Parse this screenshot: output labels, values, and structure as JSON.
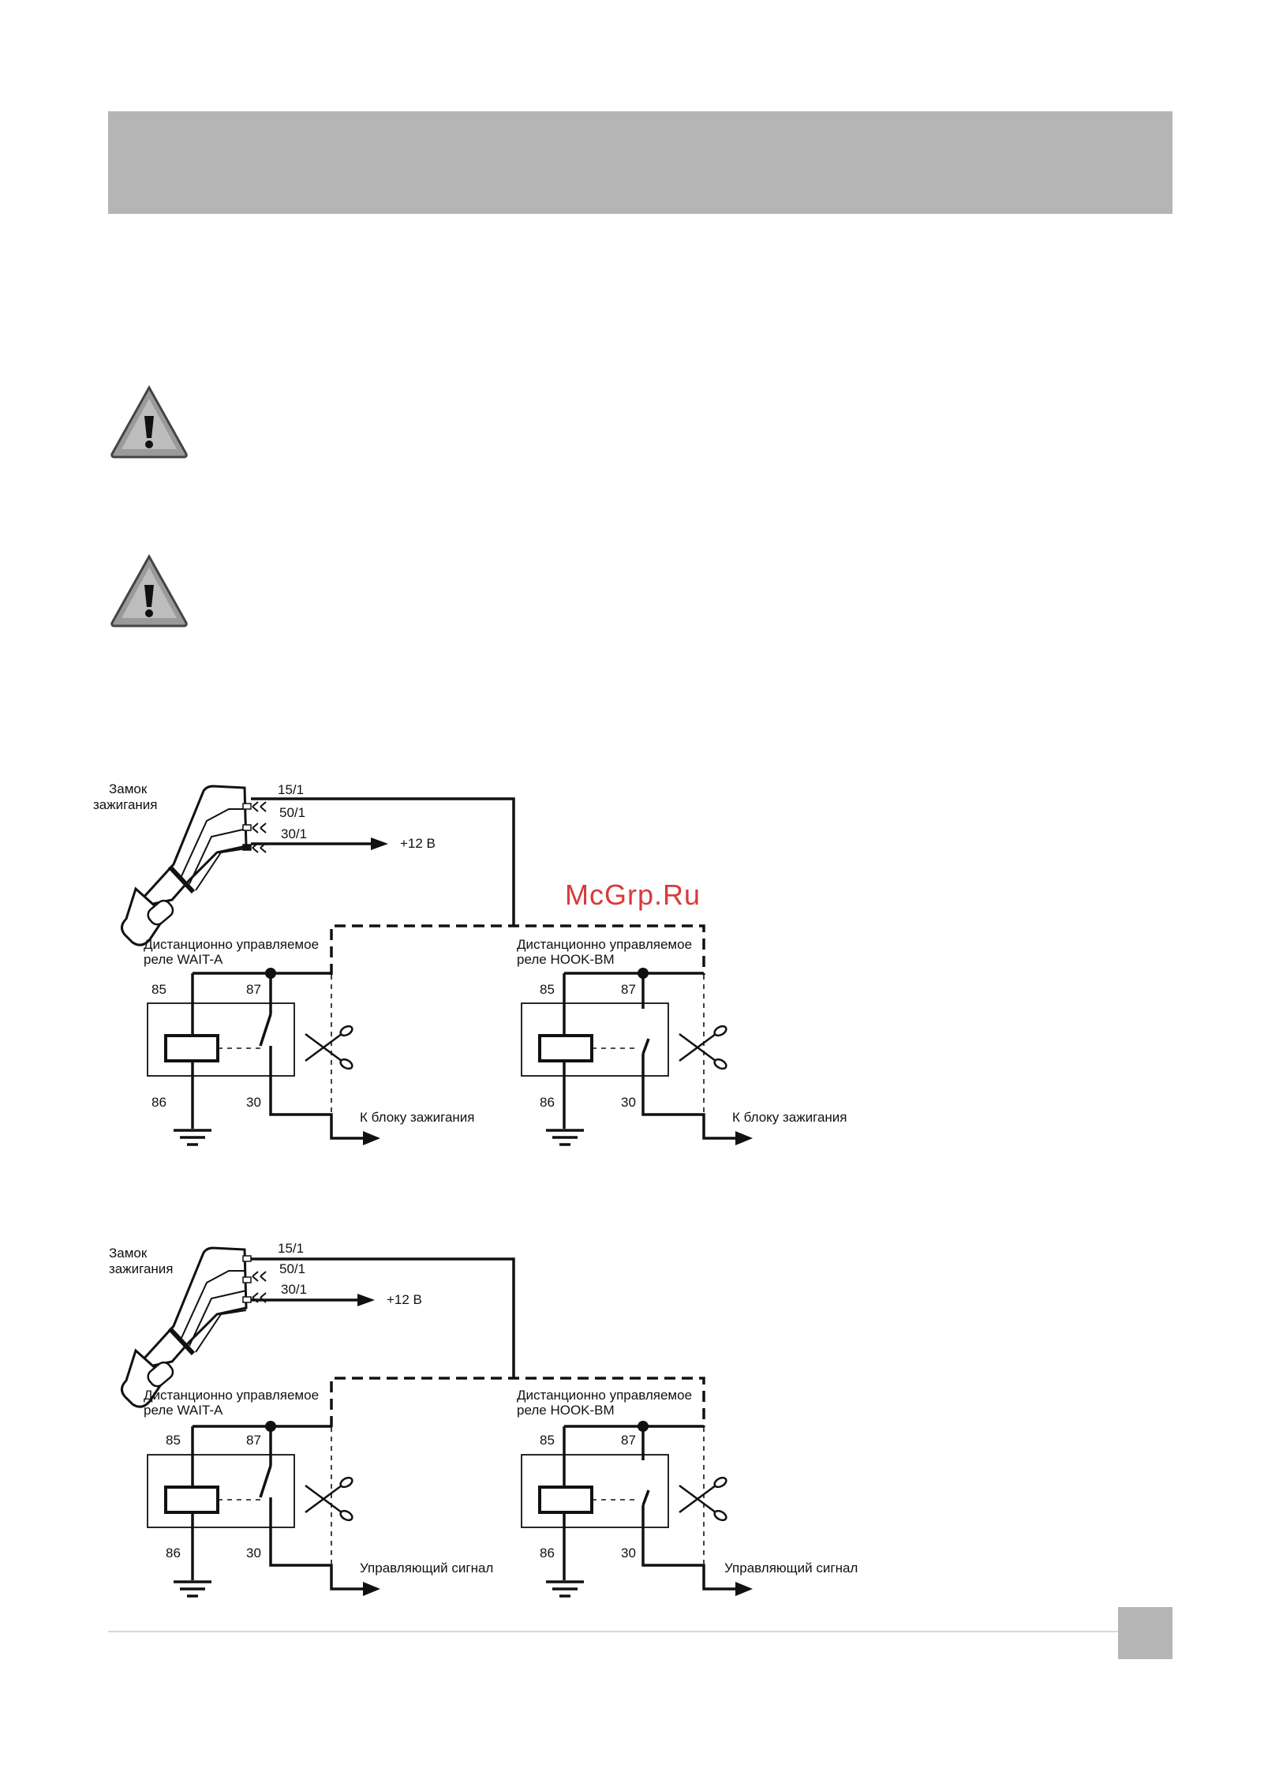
{
  "watermark": "McGrp.Ru",
  "diagrams": [
    {
      "ignition_label_1": "Замок",
      "ignition_label_2": "зажигания",
      "pins": [
        "15/1",
        "50/1",
        "30/1"
      ],
      "supply": "+12 В",
      "relay_a": {
        "title_1": "Дистанционно управляемое",
        "title_2": "реле WAIT-A",
        "t85": "85",
        "t87": "87",
        "t86": "86",
        "t30": "30",
        "output": "К блоку зажигания"
      },
      "relay_b": {
        "title_1": "Дистанционно управляемое",
        "title_2": "реле HOOK-BM",
        "t85": "85",
        "t87": "87",
        "t86": "86",
        "t30": "30",
        "output": "К блоку зажигания"
      }
    },
    {
      "ignition_label_1": "Замок",
      "ignition_label_2": "зажигания",
      "pins": [
        "15/1",
        "50/1",
        "30/1"
      ],
      "supply": "+12 В",
      "relay_a": {
        "title_1": "Дистанционно управляемое",
        "title_2": "реле WAIT-A",
        "t85": "85",
        "t87": "87",
        "t86": "86",
        "t30": "30",
        "output": "Управляющий сигнал"
      },
      "relay_b": {
        "title_1": "Дистанционно управляемое",
        "title_2": "реле HOOK-BM",
        "t85": "85",
        "t87": "87",
        "t86": "86",
        "t30": "30",
        "output": "Управляющий сигнал"
      }
    }
  ]
}
